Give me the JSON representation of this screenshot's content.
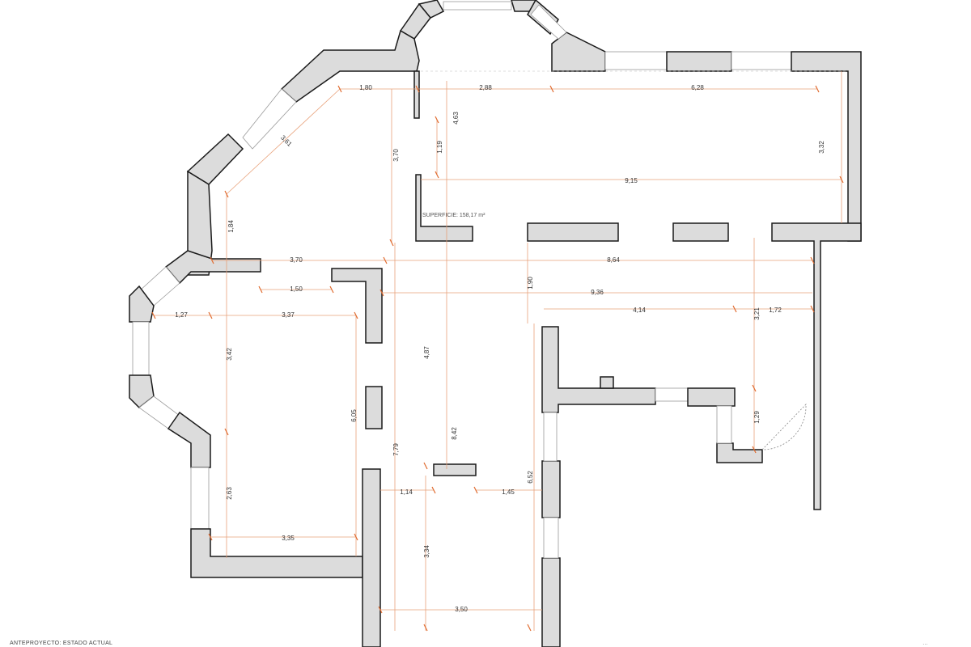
{
  "area_label": "SUPERFICIE: 158,17 m²",
  "footer": {
    "title": "ANTEPROYECTO: ESTADO ACTUAL",
    "right": "…"
  },
  "dimensions": {
    "d_1_80": "1,80",
    "d_2_88": "2,88",
    "d_6_28": "6,28",
    "d_4_63": "4,63",
    "d_3_61": "3,61",
    "d_3_70_v": "3,70",
    "d_1_19": "1,19",
    "d_3_32": "3,32",
    "d_9_15": "9,15",
    "d_1_84": "1,84",
    "d_3_70_h": "3,70",
    "d_8_64": "8,64",
    "d_1_50": "1,50",
    "d_1_90": "1,90",
    "d_9_36": "9,36",
    "d_1_27": "1,27",
    "d_3_37": "3,37",
    "d_4_14": "4,14",
    "d_3_21": "3,21",
    "d_1_72": "1,72",
    "d_3_42": "3,42",
    "d_4_87": "4,87",
    "d_6_05": "6,05",
    "d_8_42": "8,42",
    "d_1_29": "1,29",
    "d_7_79": "7,79",
    "d_6_52": "6,52",
    "d_1_14": "1,14",
    "d_1_45": "1,45",
    "d_2_63": "2,63",
    "d_3_35": "3,35",
    "d_3_34": "3,34",
    "d_3_50": "3,50"
  }
}
